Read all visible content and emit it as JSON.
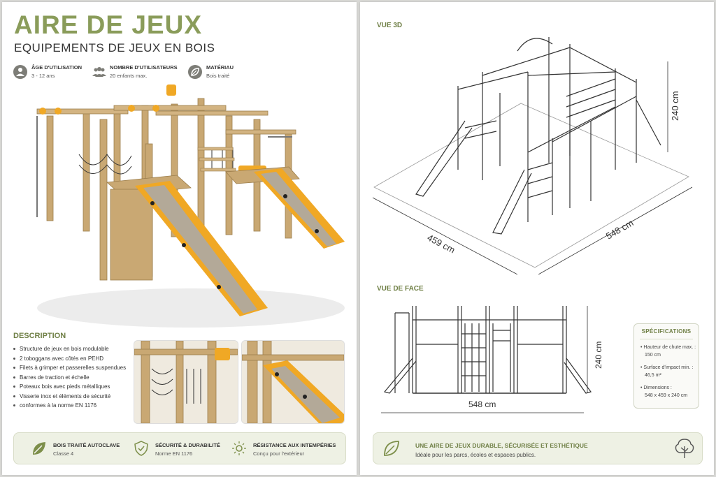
{
  "left_page": {
    "title": "AIRE DE JEUX",
    "subtitle": "EQUIPEMENTS DE JEUX EN BOIS",
    "meta": [
      {
        "icon": "age-icon",
        "label": "ÂGE D'UTILISATION",
        "value": "3 - 12 ans"
      },
      {
        "icon": "users-icon",
        "label": "NOMBRE D'UTILISATEURS",
        "value": "20 enfants max."
      },
      {
        "icon": "leaf-icon",
        "label": "MATÉRIAU",
        "value": "Bois traité"
      }
    ],
    "description_title": "DESCRIPTION",
    "description_items": [
      "Structure de jeux en bois modulable",
      "2 toboggans avec côtés en PEHD",
      "Filets à grimper et passerelles suspendues",
      "Barres de traction et échelle",
      "Poteaux bois avec pieds métalliques",
      "Visserie inox et éléments de sécurité",
      "conformes à la norme EN 1176"
    ],
    "features": [
      {
        "icon": "leaf-icon",
        "label": "BOIS TRAITÉ AUTOCLAVE",
        "value": "Classe 4"
      },
      {
        "icon": "shield-icon",
        "label": "SÉCURITÉ & DURABILITÉ",
        "value": "Norme EN 1176"
      },
      {
        "icon": "sun-icon",
        "label": "RÉSISTANCE AUX INTEMPÉRIES",
        "value": "Conçu pour l'extérieur"
      }
    ]
  },
  "right_page": {
    "view3d_title": "VUE 3D",
    "view3d_dims": {
      "width": "459 cm",
      "length": "548 cm",
      "height": "240 cm"
    },
    "front_title": "VUE DE FACE",
    "front_dims": {
      "length": "548 cm",
      "height": "240 cm"
    },
    "specs": {
      "title": "SPÉCIFICATIONS",
      "items": [
        {
          "label": "Hauteur de chute max. :",
          "value": "150 cm"
        },
        {
          "label": "Surface d'impact min. :",
          "value": "46,5 m²"
        },
        {
          "label": "Dimensions :",
          "value": "548 x 459 x 240 cm"
        }
      ]
    },
    "footer": {
      "headline": "UNE AIRE DE JEUX DURABLE, SÉCURISÉE ET ESTHÉTIQUE",
      "text": "Idéale pour les parcs, écoles et espaces publics."
    }
  },
  "colors": {
    "accent_green": "#8a9c5a",
    "dark_green": "#6f7f45",
    "slide_yellow": "#f0a825",
    "wood": "#c9a873",
    "footer_bg": "#eef1e4"
  }
}
